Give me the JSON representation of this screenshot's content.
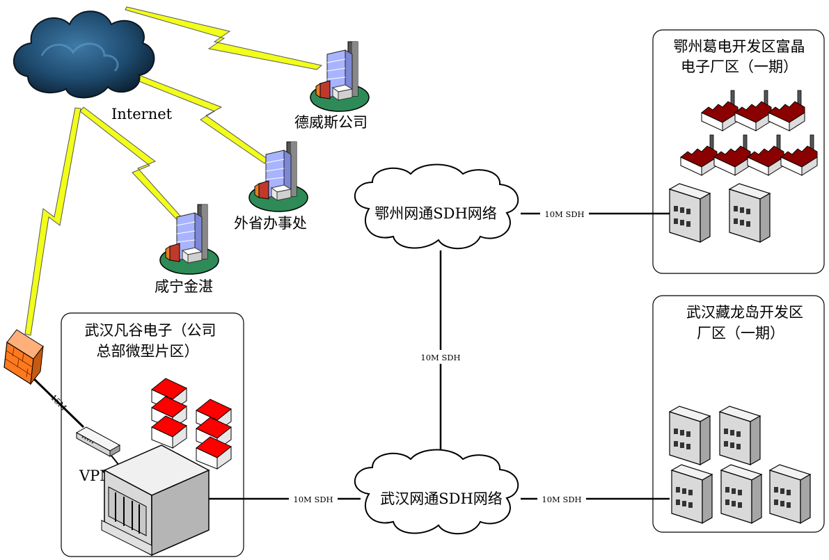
{
  "labels": {
    "internet": "Internet",
    "dewes": "德威斯公司",
    "waisheng": "外省办事处",
    "xianning": "咸宁金湛",
    "ezhou_cloud": "鄂州网通SDH网络",
    "wuhan_cloud": "武汉网通SDH网络",
    "ezhou_site_line1": "鄂州葛电开发区富晶",
    "ezhou_site_line2": "电子厂区（一期）",
    "hq_line1": "武汉凡谷电子（公司",
    "hq_line2": "总部微型片区）",
    "zanglong_line1": "武汉藏龙岛开发区",
    "zanglong_line2": "厂区（一期）",
    "link_15m": "15M",
    "vpn": "VPN",
    "link_ezhou_site": "10M SDH",
    "link_vertical": "10M SDH",
    "link_hq_wuhan": "10M SDH",
    "link_wuhan_zanglong": "10M SDH"
  },
  "colors": {
    "lightning": "#f2ff1a",
    "roof_red": "#ff0000",
    "factory_red": "#8b0000",
    "cloud_dark": "#2a5b82",
    "firewall": "#ff7a1e",
    "building_blue": "#a8b4ff",
    "ground_green": "#2e8b57"
  },
  "icons": [
    "cloud-icon",
    "office-building-icon",
    "firewall-icon",
    "router-icon",
    "server-icon",
    "house-icon",
    "factory-icon"
  ]
}
